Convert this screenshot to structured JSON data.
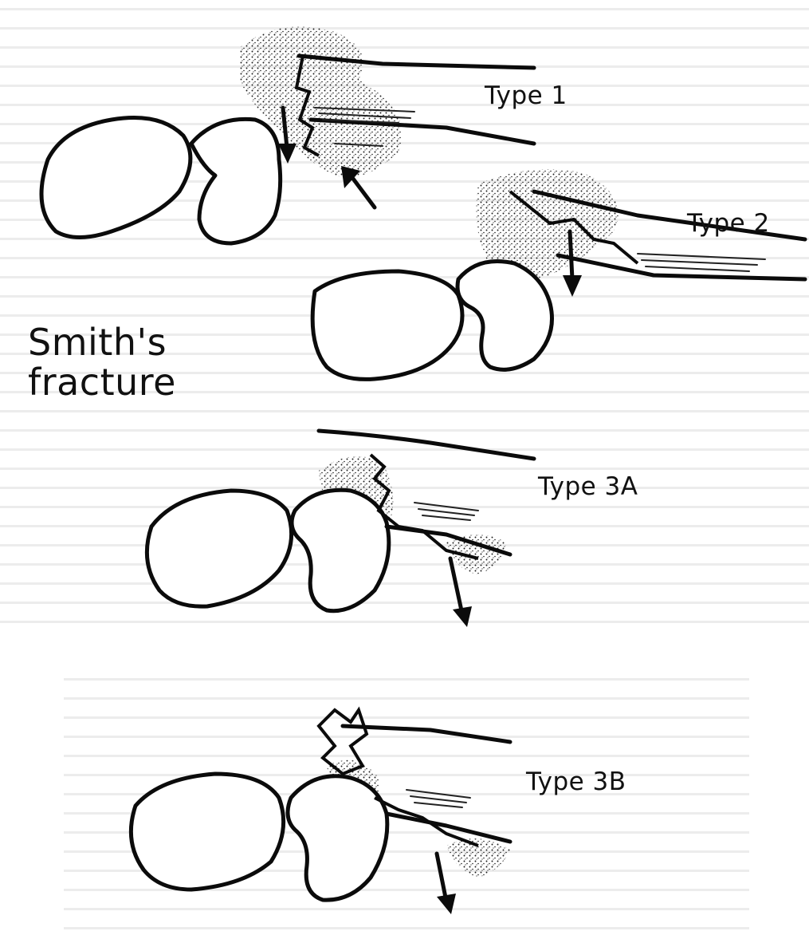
{
  "figure": {
    "title_line1": "Smith's",
    "title_line2": "fracture",
    "type_labels": [
      "Type 1",
      "Type 2",
      "Type 3A",
      "Type 3B"
    ]
  },
  "colors": {
    "ink": "#0b0b0b",
    "stipple": "#1a1a1a",
    "paper": "#ffffff",
    "bleed_through": "#d6d6d6"
  }
}
